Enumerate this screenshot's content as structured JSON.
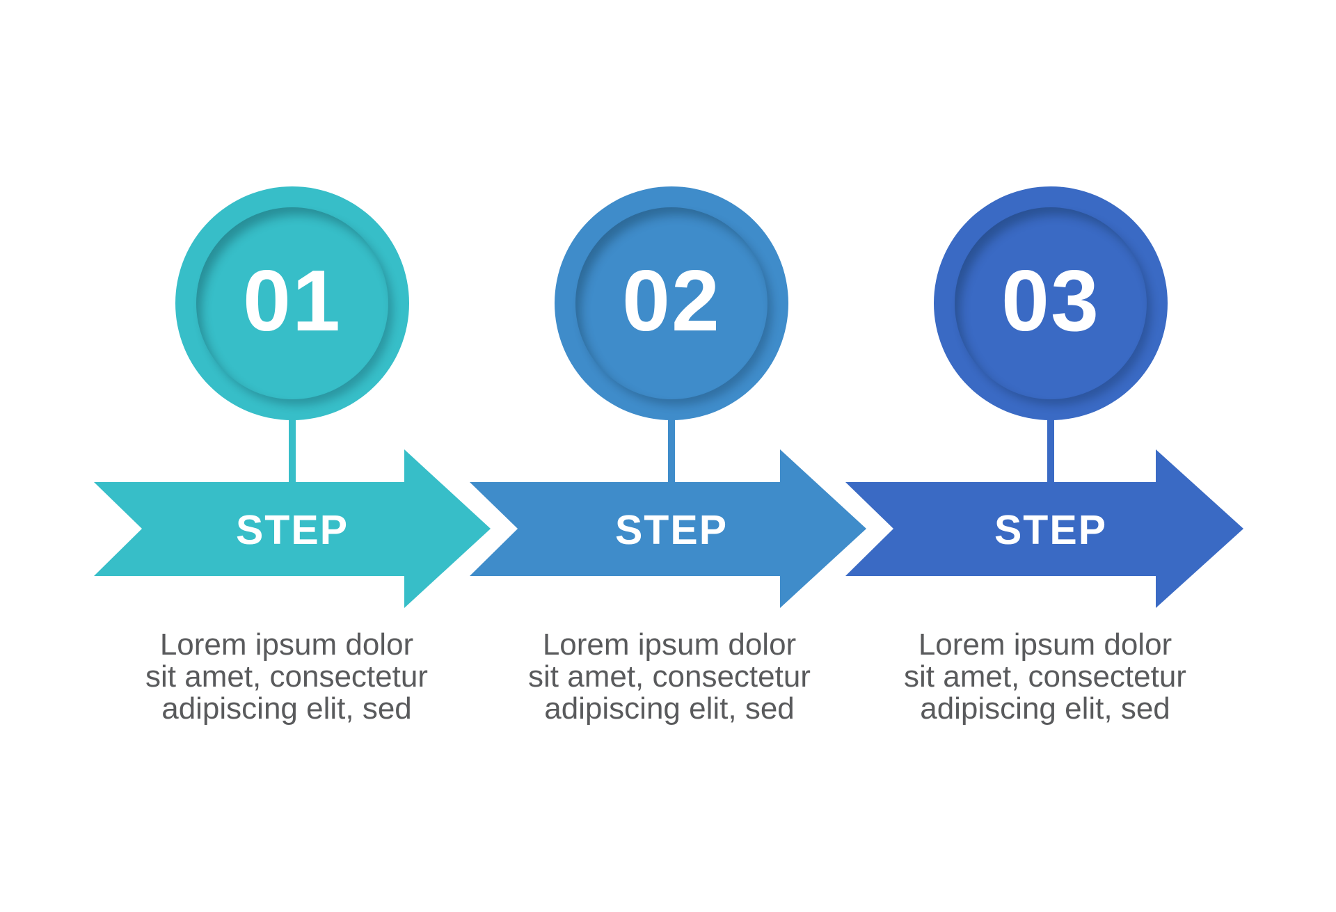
{
  "page": {
    "background_color": "#ffffff",
    "description_text_color": "#595a5c"
  },
  "steps": [
    {
      "number": "01",
      "label": "STEP",
      "description": "Lorem ipsum dolor\nsit amet, consectetur\nadipiscing elit, sed",
      "color": "#37bec8"
    },
    {
      "number": "02",
      "label": "STEP",
      "description": "Lorem ipsum dolor\nsit amet, consectetur\nadipiscing elit, sed",
      "color": "#3f8cca"
    },
    {
      "number": "03",
      "label": "STEP",
      "description": "Lorem ipsum dolor\nsit amet, consectetur\nadipiscing elit, sed",
      "color": "#3a6ac4"
    }
  ]
}
